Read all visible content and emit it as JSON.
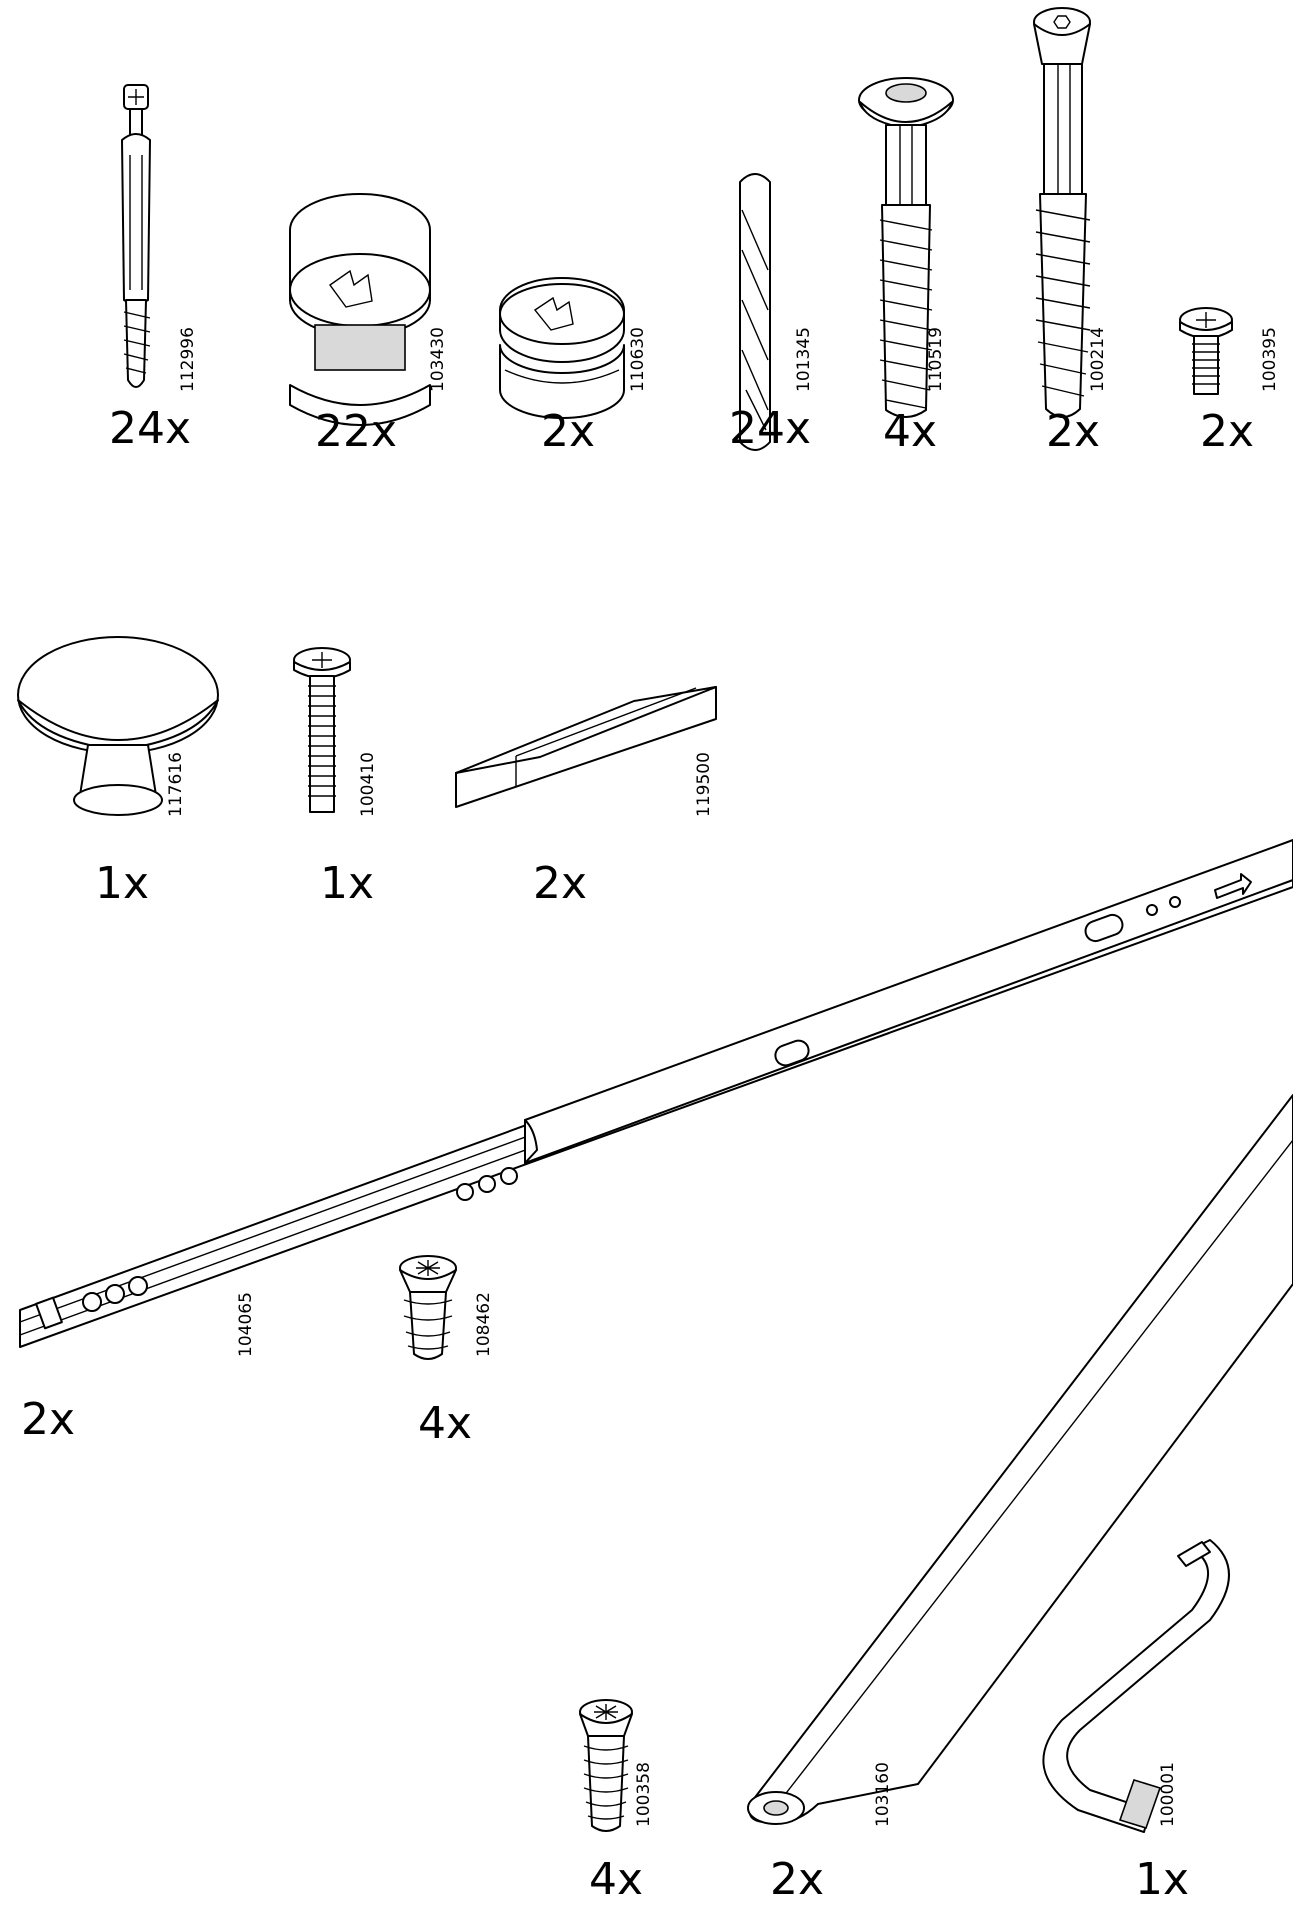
{
  "parts": [
    {
      "id": "p1",
      "code": "112996",
      "qty": "24x",
      "icon": "cam-bolt-icon"
    },
    {
      "id": "p2",
      "code": "103430",
      "qty": "22x",
      "icon": "cam-lock-large-icon"
    },
    {
      "id": "p3",
      "code": "110630",
      "qty": "2x",
      "icon": "cam-lock-small-icon"
    },
    {
      "id": "p4",
      "code": "101345",
      "qty": "24x",
      "icon": "wooden-dowel-icon"
    },
    {
      "id": "p5",
      "code": "110519",
      "qty": "4x",
      "icon": "wall-plug-screw-icon"
    },
    {
      "id": "p6",
      "code": "100214",
      "qty": "2x",
      "icon": "long-hex-screw-icon"
    },
    {
      "id": "p7",
      "code": "100395",
      "qty": "2x",
      "icon": "short-screw-icon"
    },
    {
      "id": "p8",
      "code": "117616",
      "qty": "1x",
      "icon": "knob-icon"
    },
    {
      "id": "p9",
      "code": "100410",
      "qty": "1x",
      "icon": "machine-screw-icon"
    },
    {
      "id": "p10",
      "code": "119500",
      "qty": "2x",
      "icon": "wood-block-icon"
    },
    {
      "id": "p11",
      "code": "104065",
      "qty": "2x",
      "icon": "drawer-rail-icon"
    },
    {
      "id": "p12",
      "code": "108462",
      "qty": "4x",
      "icon": "euro-screw-short-icon"
    },
    {
      "id": "p13",
      "code": "100358",
      "qty": "4x",
      "icon": "euro-screw-long-icon"
    },
    {
      "id": "p14",
      "code": "103160",
      "qty": "2x",
      "icon": "metal-strap-icon"
    },
    {
      "id": "p15",
      "code": "100001",
      "qty": "1x",
      "icon": "allen-key-icon"
    }
  ]
}
